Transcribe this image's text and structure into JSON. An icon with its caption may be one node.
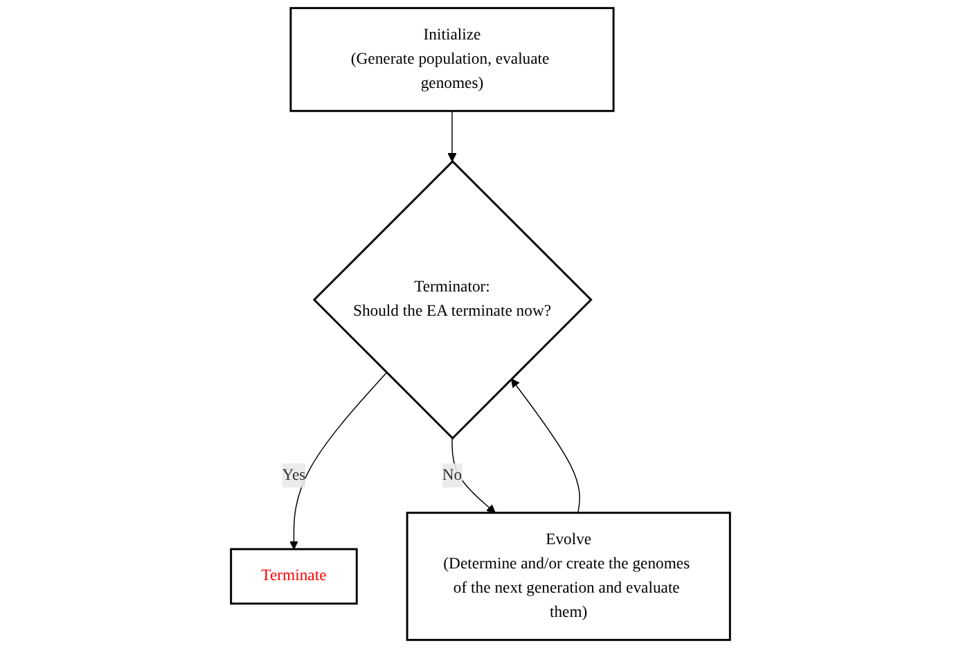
{
  "diagram": {
    "nodes": [
      {
        "text": [
          "Initialize",
          "(Generate population, evaluate genomes)"
        ]
      },
      {
        "text": [
          "Terminator:",
          "Should the EA terminate now?"
        ]
      },
      {
        "text": [
          "Terminate"
        ]
      },
      {
        "text": [
          "Evolve",
          "(Determine and/or create the genomes of the next generation and evaluate them)"
        ]
      }
    ],
    "edges": [
      {
        "from": 0,
        "to": 1,
        "arrow": "to"
      },
      {
        "from": 1,
        "to": 2,
        "arrow": "to",
        "label": "Yes"
      },
      {
        "from": 1,
        "to": 3,
        "arrow": "to",
        "label": "No"
      },
      {
        "from": 3,
        "to": 1,
        "arrow": "to"
      }
    ]
  }
}
